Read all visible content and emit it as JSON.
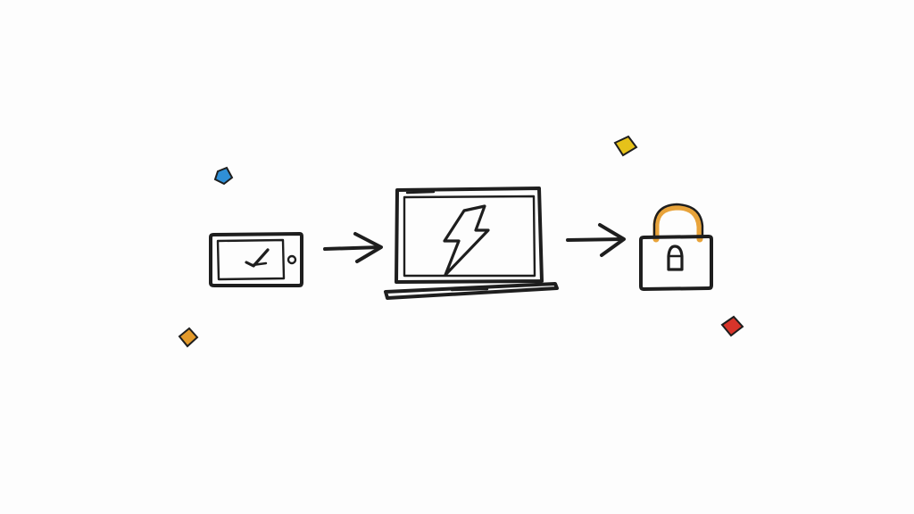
{
  "diagram": {
    "type": "flow",
    "direction": "left-to-right",
    "nodes": [
      {
        "id": "phone",
        "icon": "smartphone-check-icon"
      },
      {
        "id": "laptop",
        "icon": "laptop-lightning-icon"
      },
      {
        "id": "lock",
        "icon": "padlock-icon"
      }
    ],
    "edges": [
      {
        "from": "phone",
        "to": "laptop",
        "icon": "arrow-right-icon"
      },
      {
        "from": "laptop",
        "to": "lock",
        "icon": "arrow-right-icon"
      }
    ]
  },
  "colors": {
    "background": "#fdfdfd",
    "ink": "#1e1e1e",
    "lock_shackle": "#e8a33a",
    "sparkle_blue": "#2f8fd6",
    "sparkle_yellow": "#e6c21a",
    "sparkle_orange": "#e39a2b",
    "sparkle_red": "#d8342a"
  },
  "decorations": [
    {
      "name": "sparkle-blue",
      "color": "#2f8fd6"
    },
    {
      "name": "sparkle-yellow",
      "color": "#e6c21a"
    },
    {
      "name": "sparkle-orange",
      "color": "#e39a2b"
    },
    {
      "name": "sparkle-red",
      "color": "#d8342a"
    }
  ]
}
